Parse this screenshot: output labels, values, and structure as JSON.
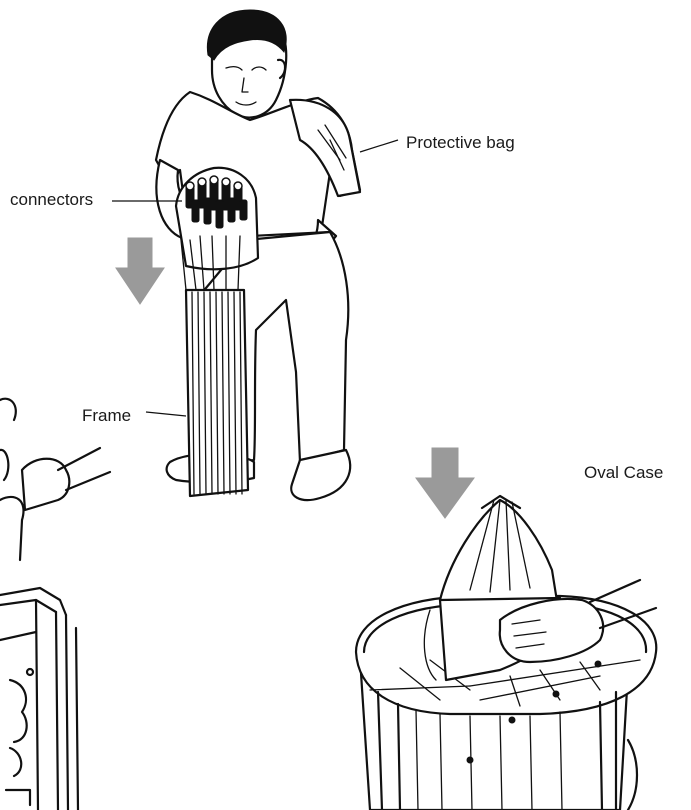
{
  "labels": {
    "protective_bag": "Protective bag",
    "connectors": "connectors",
    "frame": "Frame",
    "oval_case": "Oval Case"
  },
  "colors": {
    "line_art": "#111111",
    "arrow_fill": "#9a9a9a",
    "background": "#ffffff"
  },
  "icons": [
    "down-arrow-icon",
    "down-arrow-icon"
  ]
}
